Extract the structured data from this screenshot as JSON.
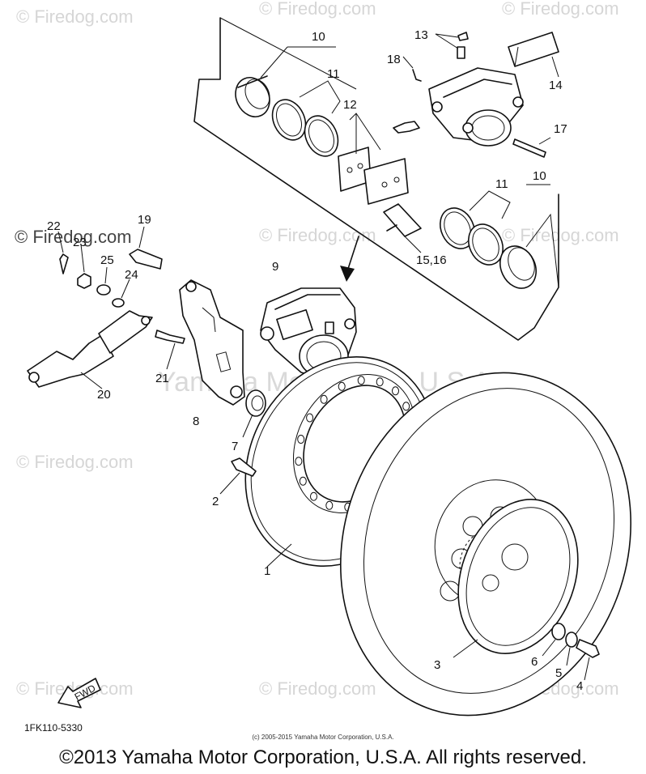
{
  "watermarks": {
    "site": "© Firedog.com",
    "overlay": "Yamaha Motor Corp, U.S.A."
  },
  "labels": {
    "p1": "1",
    "p2": "2",
    "p3": "3",
    "p4": "4",
    "p5": "5",
    "p6": "6",
    "p7": "7",
    "p8": "8",
    "p9": "9",
    "p10a": "10",
    "p10b": "10",
    "p11a": "11",
    "p11b": "11",
    "p12": "12",
    "p13": "13",
    "p14": "14",
    "p15_16": "15,16",
    "p17": "17",
    "p18": "18",
    "p19": "19",
    "p20": "20",
    "p21": "21",
    "p22": "22",
    "p23": "23",
    "p24": "24",
    "p25": "25"
  },
  "fwd_label": "FWD",
  "diagram_code": "1FK110-5330",
  "small_copyright": "(c) 2005-2015 Yamaha Motor Corporation, U.S.A.",
  "footer": "©2013 Yamaha Motor Corporation, U.S.A. All rights reserved."
}
